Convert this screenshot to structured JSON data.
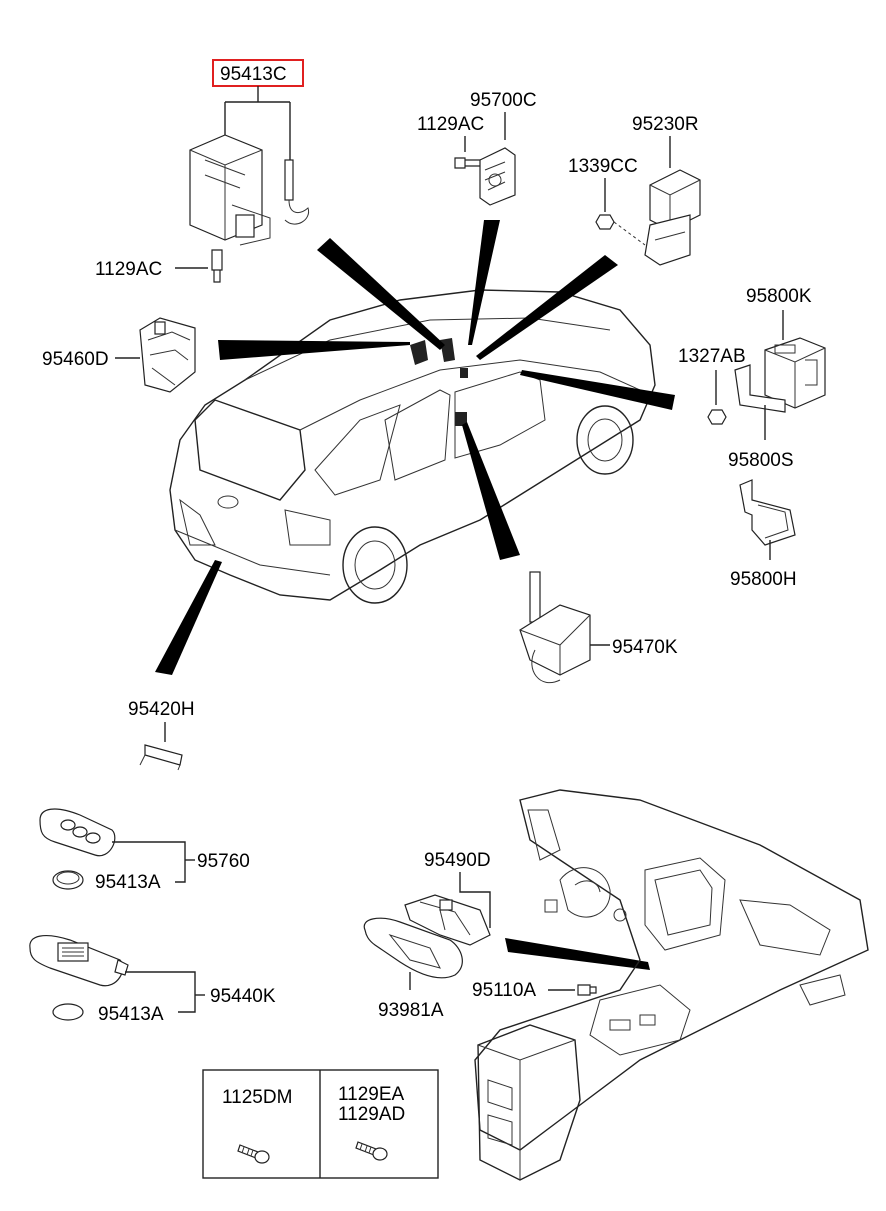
{
  "highlighted_part": "95413C",
  "labels": {
    "p95413C": "95413C",
    "p95700C": "95700C",
    "p1129AC_top": "1129AC",
    "p95230R": "95230R",
    "p1339CC": "1339CC",
    "p1129AC_left": "1129AC",
    "p95460D": "95460D",
    "p95800K": "95800K",
    "p1327AB": "1327AB",
    "p95800S": "95800S",
    "p95800H": "95800H",
    "p95470K": "95470K",
    "p95420H": "95420H",
    "p95760": "95760",
    "p95413A_1": "95413A",
    "p95490D": "95490D",
    "p95440K": "95440K",
    "p95413A_2": "95413A",
    "p93981A": "93981A",
    "p95110A": "95110A",
    "p1125DM": "1125DM",
    "p1129EA": "1129EA",
    "p1129AD": "1129AD"
  },
  "colors": {
    "highlight_box": "#e02020",
    "line": "#222222",
    "wedge": "#000000"
  }
}
